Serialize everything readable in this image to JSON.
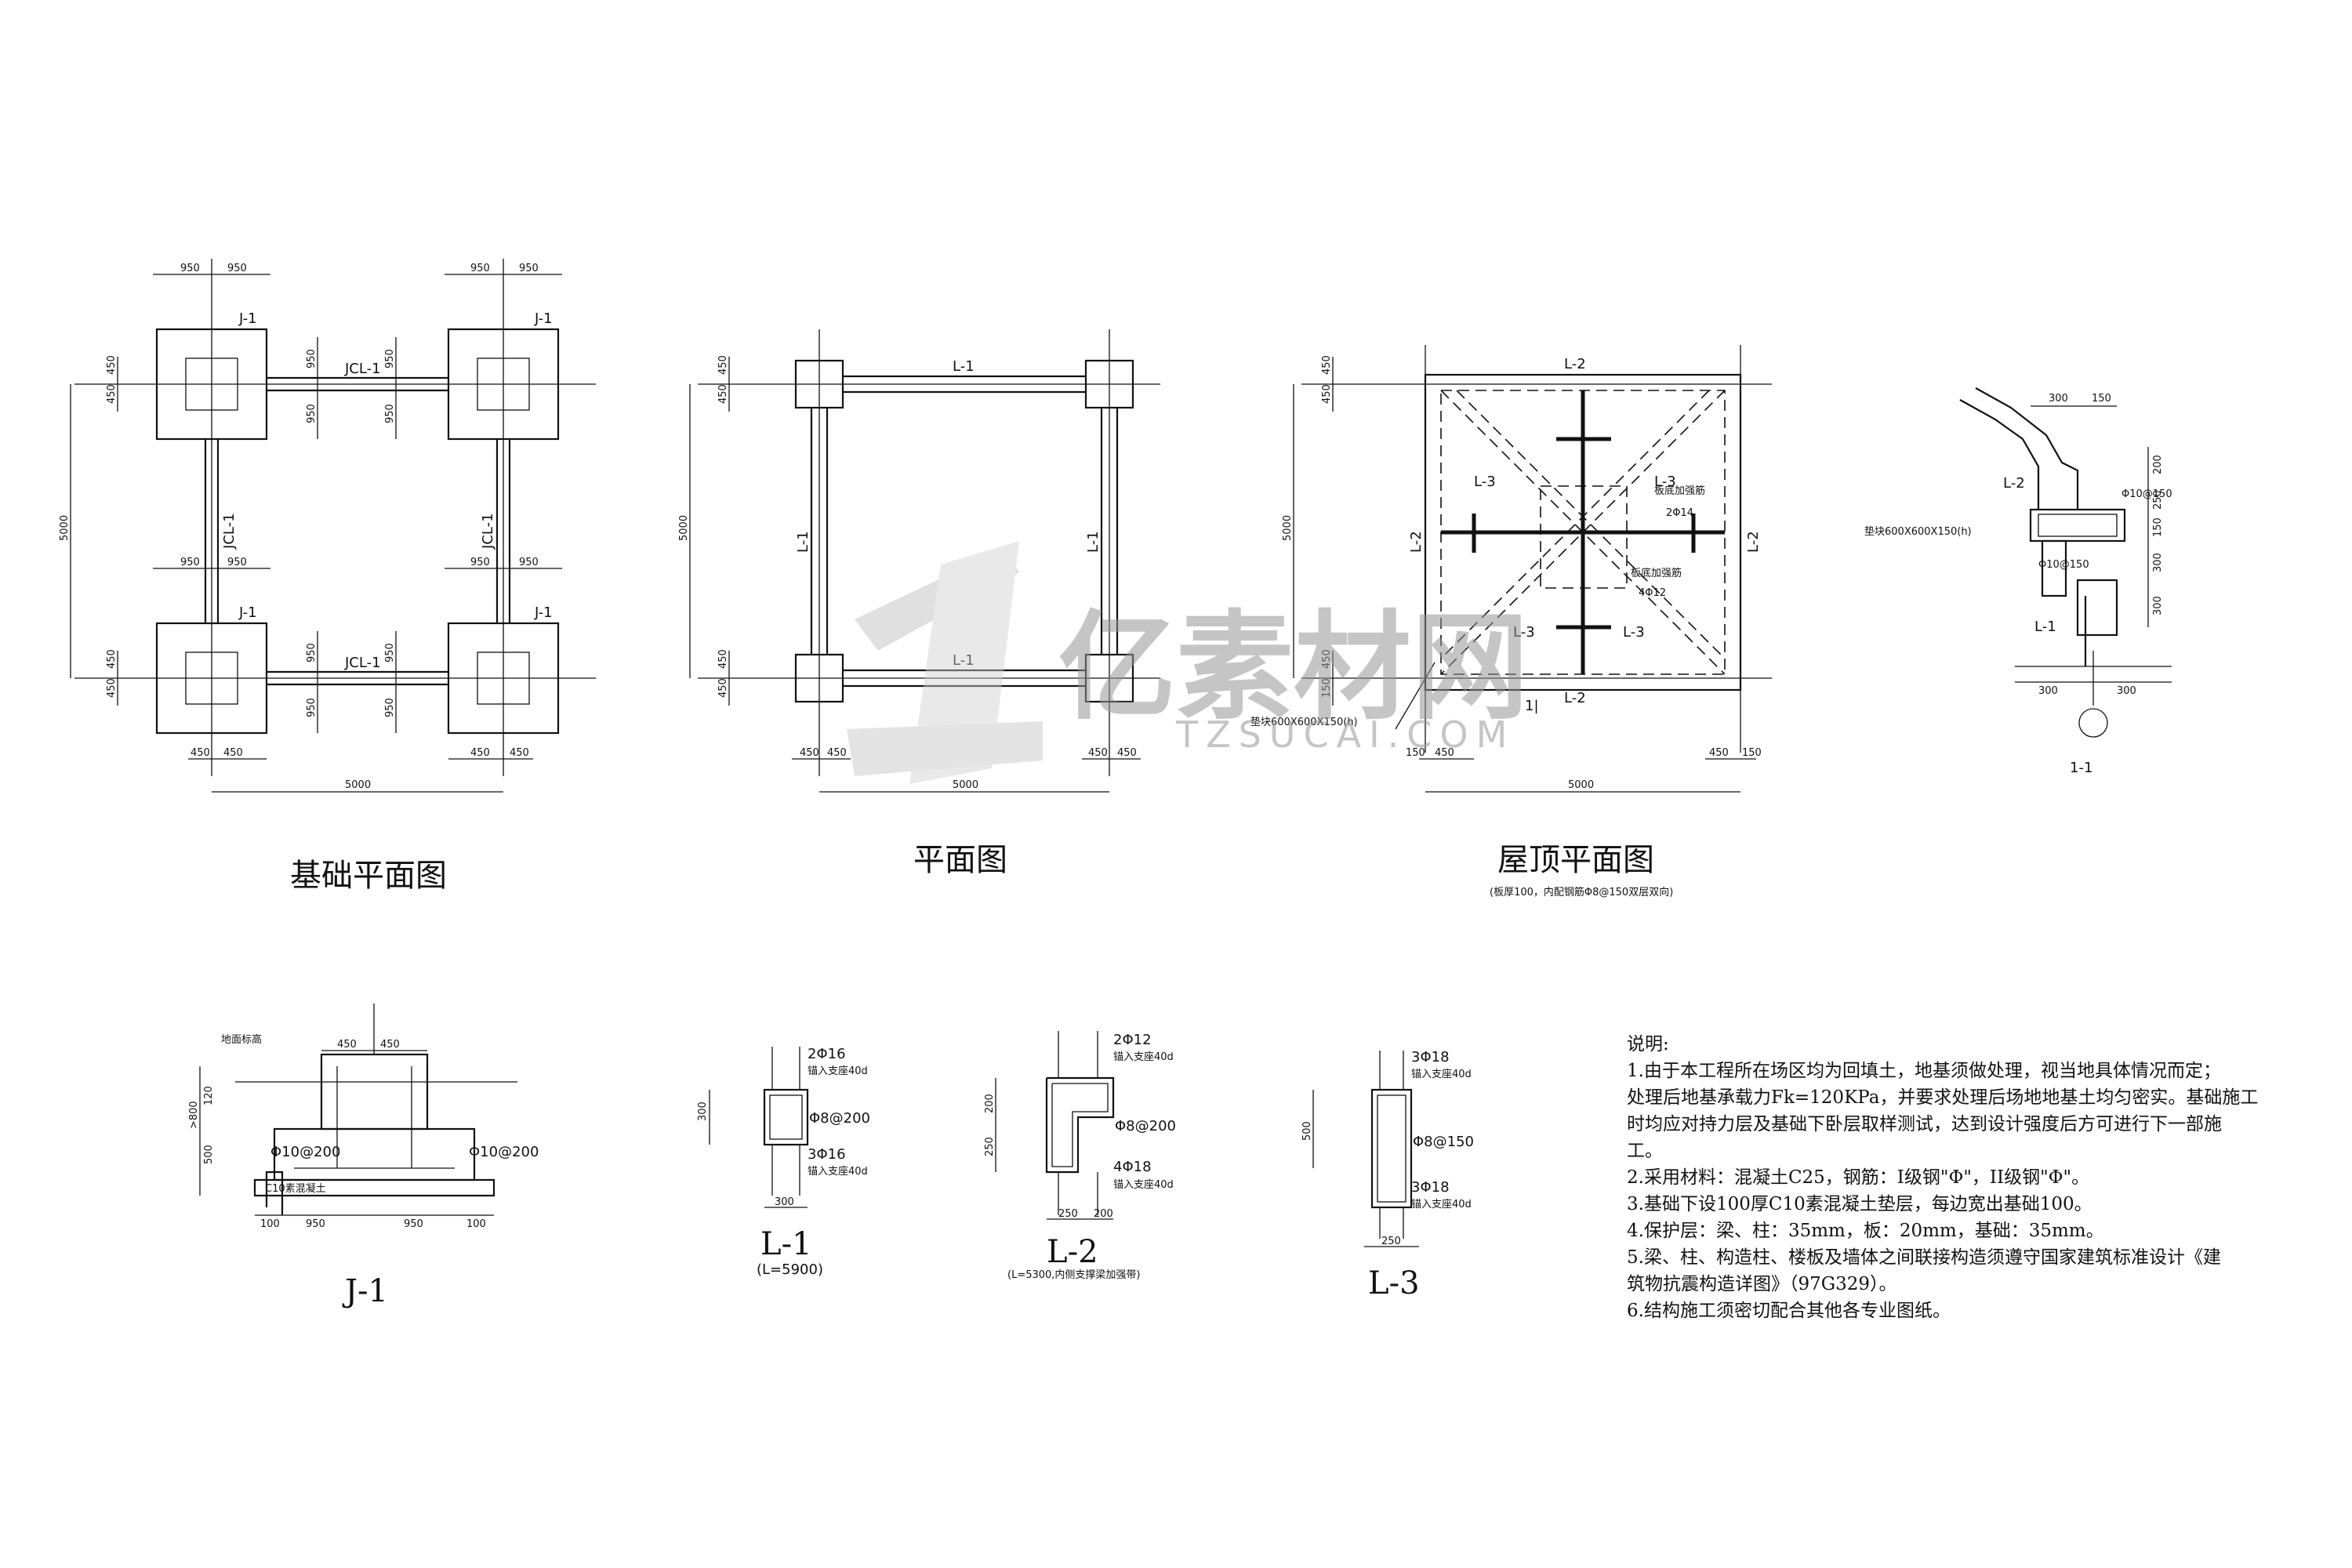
{
  "titles": {
    "foundation": "基础平面图",
    "plan": "平面图",
    "roof": "屋顶平面图",
    "roof_note": "(板厚100，内配钢筋Φ8@150双层双向)",
    "section": "1-1",
    "j1": "J-1",
    "l1": "L-1",
    "l1_len": "(L=5900)",
    "l2": "L-2",
    "l2_len": "(L=5300,内侧支撑梁加强带)",
    "l3": "L-3"
  },
  "dims": {
    "d950": "950",
    "d450": "450",
    "d5000": "5000",
    "d300": "300",
    "d150": "150",
    "d250": "250",
    "d200": "200",
    "d100": "100",
    "d500": "500",
    "d800": ">800",
    "d120": "120"
  },
  "labels": {
    "j1": "J-1",
    "jcl1": "JCL-1",
    "l1": "L-1",
    "l2": "L-2",
    "l3": "L-3",
    "cut": "1|",
    "plate_rebar1": "板底加强筋",
    "plate_rebar1_val": "2Φ14",
    "plate_rebar2": "板底加强筋",
    "plate_rebar2_val": "4Φ12",
    "cushion": "垫块600X600X150(h)",
    "section_cushion": "垫块600X600X150(h)",
    "section_r1": "Φ10@150",
    "section_r2": "Φ10@150",
    "ground": "地面标高",
    "j1_r1": "Φ10@200",
    "j1_r2": "Φ10@200",
    "j1_c10": "C10素混凝土",
    "l1_top": "2Φ16",
    "l1_anchor1": "锚入支座40d",
    "l1_stir": "Φ8@200",
    "l1_bot": "3Φ16",
    "l1_anchor2": "锚入支座40d",
    "l2_top": "2Φ12",
    "l2_anchor1": "锚入支座40d",
    "l2_stir": "Φ8@200",
    "l2_bot": "4Φ18",
    "l2_anchor2": "锚入支座40d",
    "l3_top": "3Φ18",
    "l3_anchor1": "锚入支座40d",
    "l3_stir": "Φ8@150",
    "l3_bot": "3Φ18",
    "l3_anchor2": "锚入支座40d"
  },
  "notes": {
    "heading": "说明:",
    "line1": "1.由于本工程所在场区均为回填土，地基须做处理，视当地具体情况而定；",
    "line1b": "处理后地基承载力Fk=120KPa，并要求处理后场地地基土均匀密实。基础施工",
    "line1c": "时均应对持力层及基础下卧层取样测试，达到设计强度后方可进行下一部施",
    "line1d": "工。",
    "line2": "2.采用材料：混凝土C25，钢筋：I级钢\"Φ\"，II级钢\"Φ\"。",
    "line3": "3.基础下设100厚C10素混凝土垫层，每边宽出基础100。",
    "line4": "4.保护层：梁、柱：35mm，板：20mm，基础：35mm。",
    "line5": "5.梁、柱、构造柱、楼板及墙体之间联接构造须遵守国家建筑标准设计《建",
    "line5b": "筑物抗震构造详图》（97G329）。",
    "line6": "6.结构施工须密切配合其他各专业图纸。"
  },
  "watermark": {
    "main": "亿素材网",
    "sub": "TZSUCAI.COM"
  }
}
